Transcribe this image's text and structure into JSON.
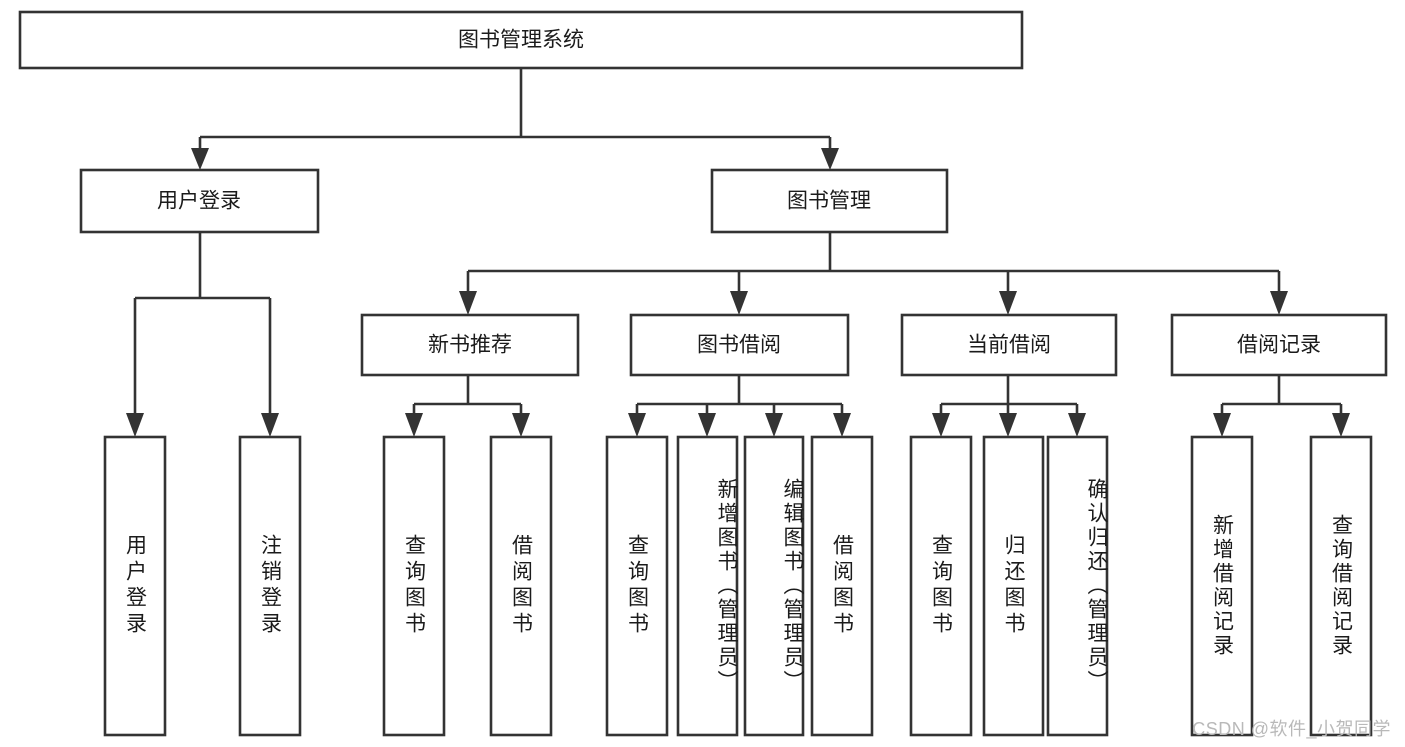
{
  "diagram": {
    "type": "tree-hierarchy-chart",
    "title": "图书管理系统",
    "colors": {
      "box_stroke": "#333333",
      "box_fill": "#ffffff",
      "text": "#1b1b1b",
      "connector": "#333333",
      "watermark": "#b9b9b9",
      "background": "#ffffff"
    },
    "root": {
      "label": "图书管理系统"
    },
    "level2": [
      {
        "label": "用户登录"
      },
      {
        "label": "图书管理"
      }
    ],
    "level3": [
      {
        "label": "新书推荐"
      },
      {
        "label": "图书借阅"
      },
      {
        "label": "当前借阅"
      },
      {
        "label": "借阅记录"
      }
    ],
    "leaves": {
      "user_login": [
        {
          "label": "用户登录"
        },
        {
          "label": "注销登录"
        }
      ],
      "new_book_recommend": [
        {
          "label": "查询图书"
        },
        {
          "label": "借阅图书"
        }
      ],
      "book_borrow": [
        {
          "label": "查询图书"
        },
        {
          "label": "新增图书（管理员）"
        },
        {
          "label": "编辑图书（管理员）"
        },
        {
          "label": "借阅图书"
        }
      ],
      "current_borrow": [
        {
          "label": "查询图书"
        },
        {
          "label": "归还图书"
        },
        {
          "label": "确认归还（管理员）"
        }
      ],
      "borrow_record": [
        {
          "label": "新增借阅记录"
        },
        {
          "label": "查询借阅记录"
        }
      ]
    },
    "watermark": "CSDN @软件_小贺同学"
  }
}
